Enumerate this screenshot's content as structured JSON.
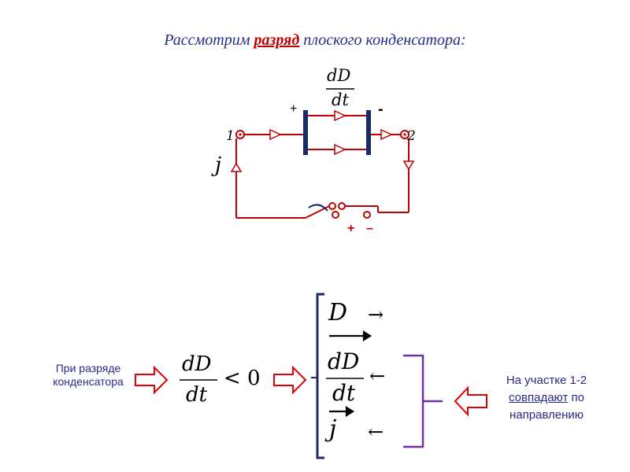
{
  "title": {
    "prefix": "Рассмотрим ",
    "highlight": "разряд",
    "suffix": " плоского конденсатора:"
  },
  "circuit": {
    "dD_num": "dD",
    "dD_den": "dt",
    "plus_cap": "+",
    "minus_cap": "-",
    "node_1": "1",
    "node_2": "2",
    "current_label": "j",
    "plus_source": "+",
    "minus_source": "–"
  },
  "bottom": {
    "left_note_line1": "При разряде",
    "left_note_line2": "конденсатора",
    "ineq_num": "dD",
    "ineq_den": "dt",
    "ineq_tail": "< 0",
    "sys_row1_var": "D",
    "sys_row1_arrow": "→",
    "sys_row2_num": "dD",
    "sys_row2_den": "dt",
    "sys_row2_arrow": "←",
    "sys_row3_var": "j",
    "sys_row3_arrow": "←",
    "right_note_line1": "На участке 1-2",
    "right_note_line2_ul": "совпадают",
    "right_note_line2_rest": " по",
    "right_note_line3": "направлению"
  },
  "colors": {
    "wire": "#c00000",
    "plate": "#1a2a6a",
    "brace": "#7030a0",
    "hollow_arrow": "#e00000",
    "text_blue": "#2a2a8a"
  }
}
